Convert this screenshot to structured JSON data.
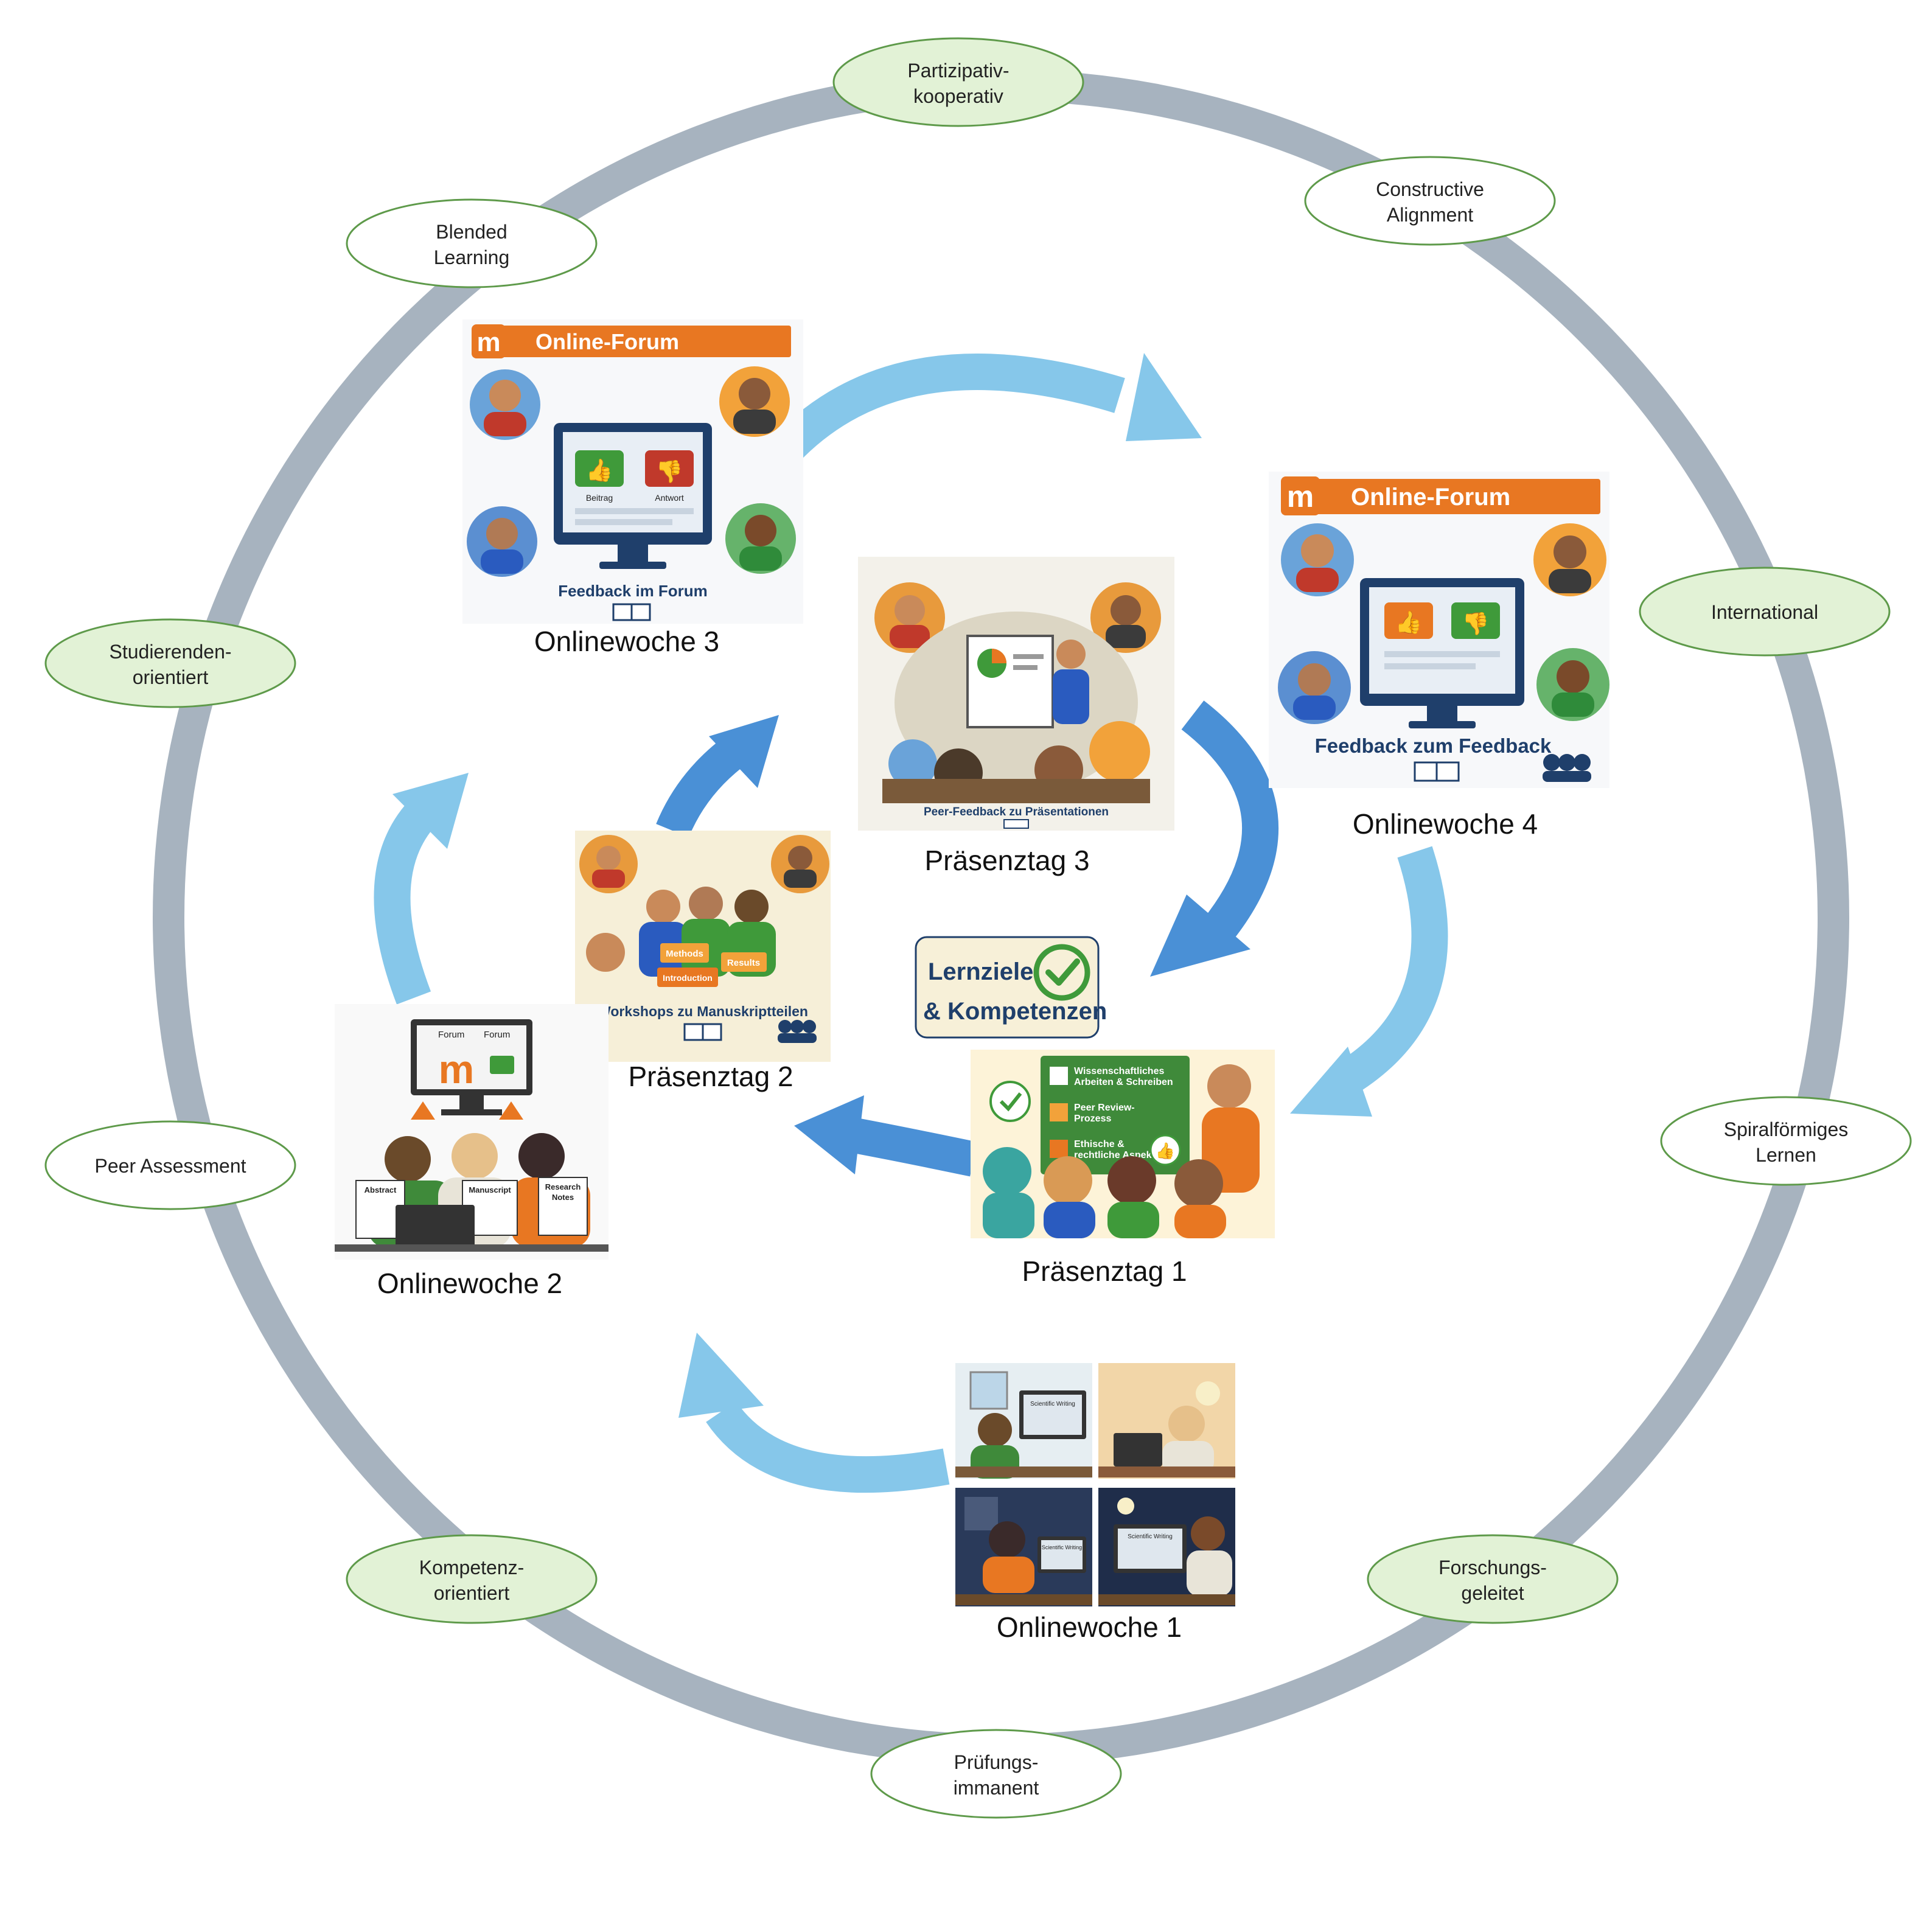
{
  "principles": [
    {
      "id": "participativ",
      "line1": "Partizipativ-",
      "line2": "kooperativ",
      "style": "green"
    },
    {
      "id": "constructive",
      "line1": "Constructive",
      "line2": "Alignment",
      "style": "white"
    },
    {
      "id": "international",
      "line1": "International",
      "line2": "",
      "style": "green"
    },
    {
      "id": "spiral",
      "line1": "Spiralförmiges",
      "line2": "Lernen",
      "style": "white"
    },
    {
      "id": "forschung",
      "line1": "Forschungs-",
      "line2": "geleitet",
      "style": "green"
    },
    {
      "id": "pruefung",
      "line1": "Prüfungs-",
      "line2": "immanent",
      "style": "white"
    },
    {
      "id": "kompetenz",
      "line1": "Kompetenz-",
      "line2": "orientiert",
      "style": "green"
    },
    {
      "id": "peer",
      "line1": "Peer Assessment",
      "line2": "",
      "style": "white"
    },
    {
      "id": "studierenden",
      "line1": "Studierenden-",
      "line2": "orientiert",
      "style": "green"
    },
    {
      "id": "blended",
      "line1": "Blended",
      "line2": "Learning",
      "style": "white"
    }
  ],
  "steps": {
    "onlinewoche1": "Onlinewoche 1",
    "onlinewoche2": "Onlinewoche 2",
    "onlinewoche3": "Onlinewoche 3",
    "onlinewoche4": "Onlinewoche 4",
    "praesenztag1": "Präsenztag 1",
    "praesenztag2": "Präsenztag 2",
    "praesenztag3": "Präsenztag 3"
  },
  "center_badge": {
    "line1": "Lernziele",
    "line2": "& Kompetenzen"
  },
  "illustrations": {
    "forum3": {
      "header": "Online-Forum",
      "like": "Beitrag",
      "dislike": "Antwort",
      "caption": "Feedback im Forum"
    },
    "forum4": {
      "header": "Online-Forum",
      "caption": "Feedback zum Feedback"
    },
    "p3": {
      "caption": "Peer-Feedback zu Präsentationen"
    },
    "p2": {
      "caption": "Workshops zu Manuskriptteilen",
      "card1": "Methods",
      "card2": "Results",
      "card3": "Introduction"
    },
    "p1": {
      "item1a": "Wissenschaftliches",
      "item1b": "Arbeiten & Schreiben",
      "item2a": "Peer Review-",
      "item2b": "Prozess",
      "item3a": "Ethische &",
      "item3b": "rechtliche Aspekte"
    },
    "o2": {
      "tab1": "Forum",
      "tab2": "Forum",
      "doc1": "Abstract",
      "doc2": "Manuscript",
      "doc3a": "Research",
      "doc3b": "Notes"
    },
    "o1": {
      "screen": "Scientific Writing"
    }
  },
  "colors": {
    "ring": "#a7b3bf",
    "pill_green": "#e2f2d6",
    "pill_border": "#5e9a4a",
    "arrow_light": "#86c7ea",
    "arrow_dark": "#4a90d6",
    "orange": "#e87722",
    "navy": "#1f3f6b"
  }
}
